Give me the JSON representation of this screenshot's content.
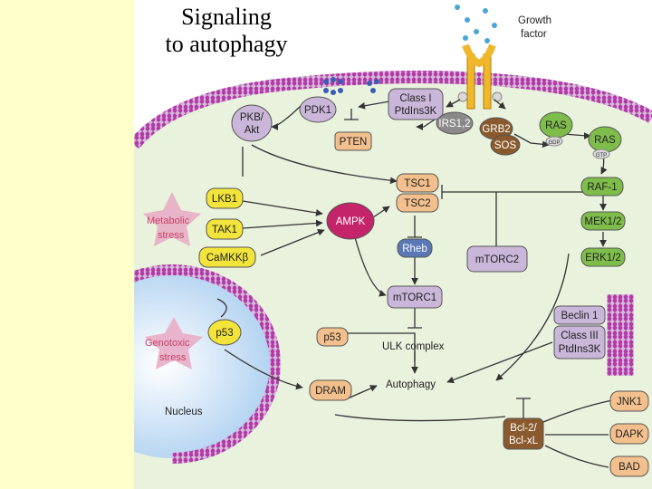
{
  "title": {
    "line1": "Signaling",
    "line2": "to autophagy"
  },
  "growth_factor": {
    "line1": "Growth",
    "line2": "factor"
  },
  "stress": {
    "metabolic": {
      "line1": "Metabolic",
      "line2": "stress"
    },
    "genotoxic": {
      "line1": "Genotoxic",
      "line2": "stress"
    }
  },
  "nucleus_label": "Nucleus",
  "nodes": {
    "pkb_akt": {
      "line1": "PKB/",
      "line2": "Akt"
    },
    "pdk1": "PDK1",
    "pten": "PTEN",
    "pi3k": {
      "line1": "Class I",
      "line2": "PtdIns3K"
    },
    "irs12": "IRS1,2",
    "grb2": "GRB2",
    "sos": "SOS",
    "ras_gdp": {
      "name": "RAS",
      "sub": "GDP"
    },
    "ras_gtp": {
      "name": "RAS",
      "sub": "GTP"
    },
    "raf1": "RAF-1",
    "mek12": "MEK1/2",
    "erk12": "ERK1/2",
    "tsc1": "TSC1",
    "tsc2": "TSC2",
    "lkb1": "LKB1",
    "tak1": "TAK1",
    "camkk": "CaMKKβ",
    "ampk": "AMPK",
    "rheb": "Rheb",
    "mtorc1": "mTORC1",
    "mtorc2": "mTORC2",
    "p53_nuclear": "p53",
    "p53_cyto": "p53",
    "dram": "DRAM",
    "ulk": "ULK complex",
    "autophagy": "Autophagy",
    "beclin1": "Beclin 1",
    "class3": {
      "line1": "Class III",
      "line2": "PtdIns3K"
    },
    "bcl2": {
      "line1": "Bcl-2/",
      "line2": "Bcl-xL"
    },
    "jnk1": "JNK1",
    "dapk": "DAPK",
    "bad": "BAD"
  },
  "colors": {
    "background": "#ffffcc",
    "cytoplasm": "#e9f2dd",
    "membrane": "#b23aa8",
    "purple_node": "#c9b6d9",
    "green_node": "#7fbd4b",
    "yellow_node": "#f2e43a",
    "orange_node": "#f3c08d",
    "magenta_node": "#c4246a",
    "blue_node": "#5b78b6",
    "gray_node": "#8a8a8a",
    "brown_node": "#8a5a2e",
    "receptor": "#f0b72a",
    "growth_factor_dot": "#4aa6d8",
    "nucleus": "#bcd9f0",
    "stress_star": "#e7a9c3"
  }
}
